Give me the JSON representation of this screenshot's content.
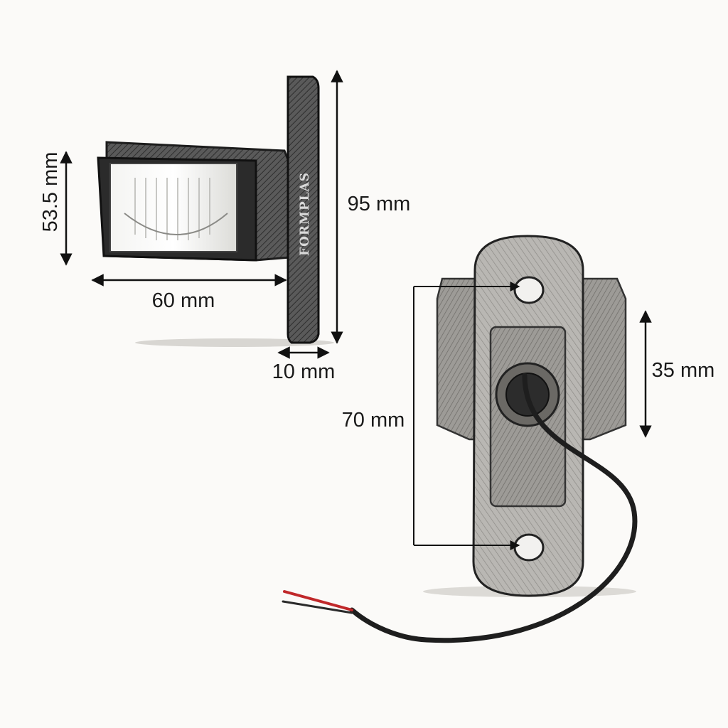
{
  "brand_label": "FORMPLAS",
  "dimensions": {
    "height_front": "53.5 mm",
    "width_front": "60 mm",
    "height_bracket": "95 mm",
    "depth_bracket": "10 mm",
    "height_rear": "35 mm",
    "hole_spacing": "70 mm"
  },
  "colors": {
    "ink": "#1a1a1a",
    "body": "#3a3a3a",
    "wire_red": "#c0282a"
  }
}
